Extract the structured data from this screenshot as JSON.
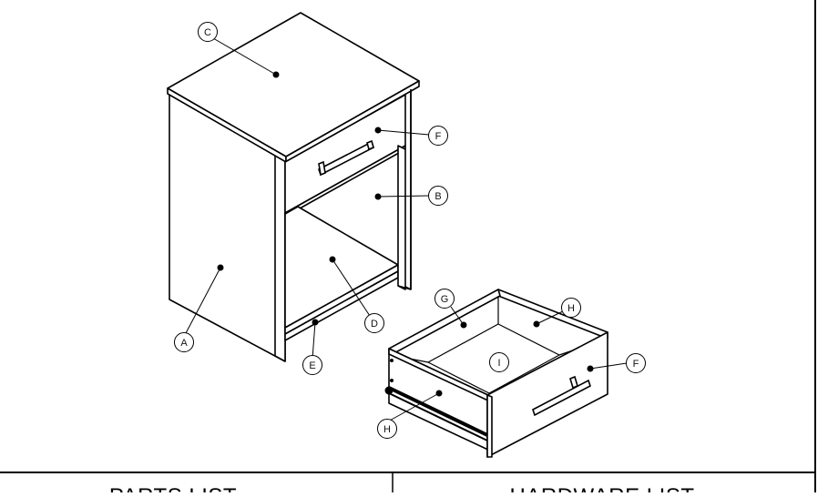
{
  "callouts": {
    "a": "A",
    "b": "B",
    "c": "C",
    "d": "D",
    "e": "E",
    "f_top": "F",
    "f_drawer": "F",
    "g": "G",
    "h_back": "H",
    "h_side": "H",
    "i": "I"
  },
  "table": {
    "parts_list": "PARTS LIST",
    "hardware_list": "HARDWARE LIST"
  }
}
